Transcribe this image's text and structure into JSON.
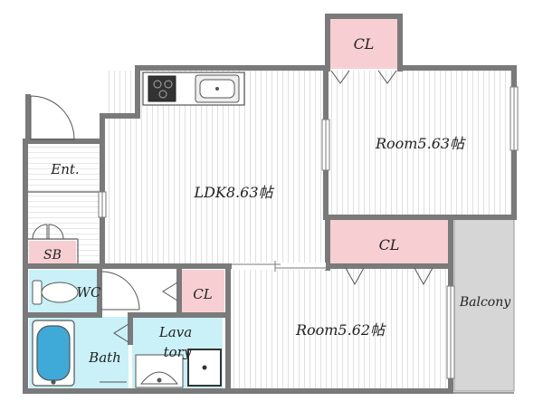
{
  "rooms": {
    "cl_top": "CL",
    "room_right": "Room5.63帖",
    "ldk": "LDK8.63帖",
    "entrance": "Ent.",
    "sb": "SB",
    "cl_mid": "CL",
    "wc": "WC",
    "cl_small": "CL",
    "room_bottom": "Room5.62帖",
    "balcony": "Balcony",
    "bath": "Bath",
    "lavatory_line1": "Lava",
    "lavatory_line2": "tory"
  },
  "colors": {
    "wall": "#7a7a7a",
    "closet": "#f7cfd2",
    "wet_area": "#c9f1f7",
    "balcony": "#d6d6d6",
    "floor_lines": "#d9d9d9"
  }
}
